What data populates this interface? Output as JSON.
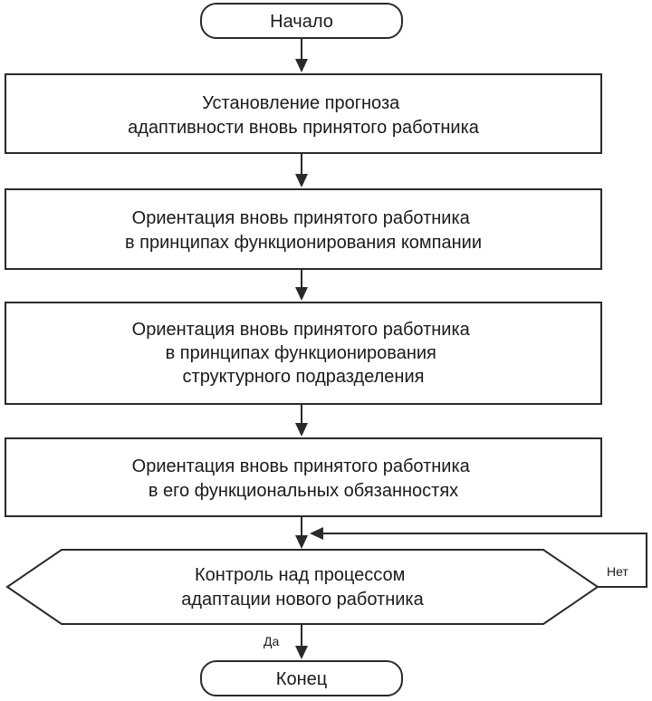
{
  "diagram": {
    "start": "Начало",
    "steps": [
      [
        "Установление прогноза",
        "адаптивности вновь принятого работника"
      ],
      [
        "Ориентация вновь принятого работника",
        "в принципах функционирования компании"
      ],
      [
        "Ориентация вновь принятого работника",
        "в принципах функционирования",
        "структурного подразделения"
      ],
      [
        "Ориентация вновь принятого работника",
        "в его функциональных обязанностях"
      ]
    ],
    "decision": [
      "Контроль над процессом",
      "адаптации нового работника"
    ],
    "no_label": "Нет",
    "yes_label": "Да",
    "end": "Конец"
  }
}
